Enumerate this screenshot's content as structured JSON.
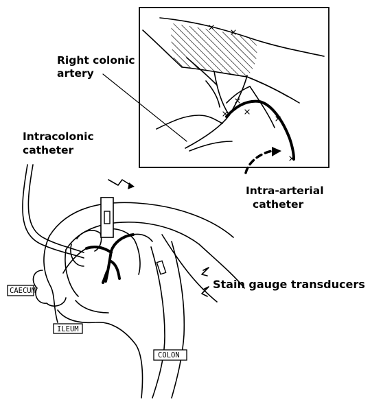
{
  "labels": {
    "right_colonic_artery_line1": "Right colonic",
    "right_colonic_artery_line2": "artery",
    "intracolonic_line1": "Intracolonic",
    "intracolonic_line2": "catheter",
    "intra_arterial_line1": "Intra-arterial",
    "intra_arterial_line2": "catheter",
    "transducers": "Stain gauge transducers"
  },
  "boxed_labels": {
    "caecum": "CAECUM",
    "ileum": "ILEUM",
    "colon": "COLON"
  }
}
